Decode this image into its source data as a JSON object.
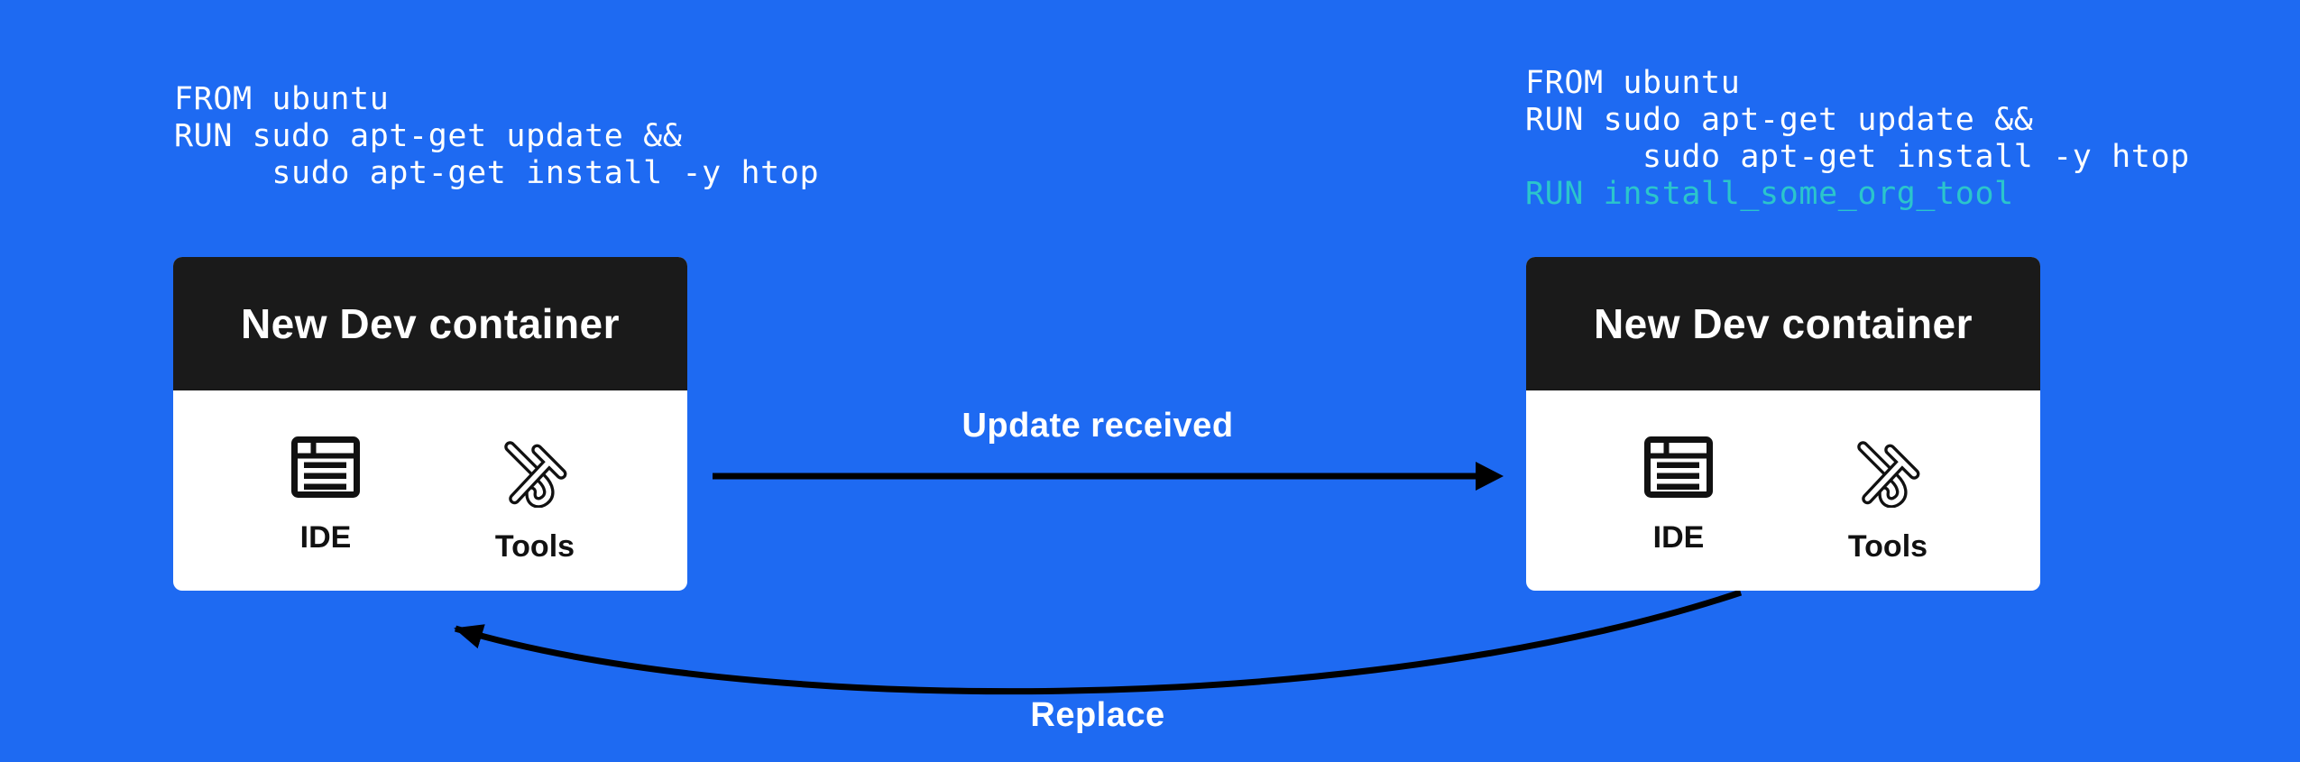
{
  "theme": {
    "bg": "#1e6af2",
    "card-header": "#1a1a1a",
    "card-body": "#ffffff",
    "title": "#ffffff",
    "code": "#ffffff",
    "accent": "#2bc5cc",
    "arrow": "#000000",
    "label": "#ffffff",
    "icon": "#111111"
  },
  "code": {
    "left": {
      "lines": [
        "FROM ubuntu",
        "RUN sudo apt-get update &&",
        "     sudo apt-get install -y htop"
      ]
    },
    "right": {
      "lines": [
        "FROM ubuntu",
        "RUN sudo apt-get update &&",
        "      sudo apt-get install -y htop",
        "RUN install_some_org_tool"
      ]
    }
  },
  "cards": {
    "left": {
      "title": "New Dev container",
      "features": [
        {
          "icon": "ide-window-icon",
          "label": "IDE"
        },
        {
          "icon": "tools-icon",
          "label": "Tools"
        }
      ]
    },
    "right": {
      "title": "New Dev container",
      "features": [
        {
          "icon": "ide-window-icon",
          "label": "IDE"
        },
        {
          "icon": "tools-icon",
          "label": "Tools"
        }
      ]
    }
  },
  "arrows": {
    "update_label": "Update received",
    "replace_label": "Replace"
  }
}
